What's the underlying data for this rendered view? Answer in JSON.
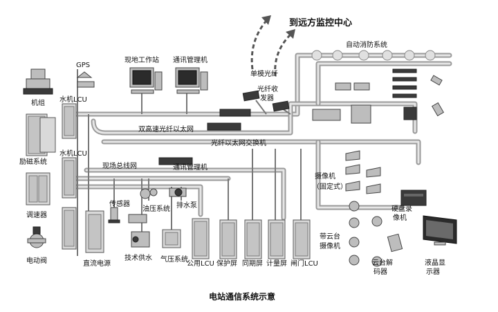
{
  "title": "电站通信系统示意",
  "remote_center": "到远方监控中心",
  "fire_system": "自动消防系统",
  "single_mode_fiber": "单模光纤",
  "fiber_transceiver": [
    "光纤收",
    "发器"
  ],
  "field_workstation": "现地工作站",
  "comm_manager_pc": "通讯管理机",
  "gps": "GPS",
  "unit": "机组",
  "unit_lcu_1": "水机LCU",
  "unit_lcu_2": "水机LCU",
  "excitation": "励磁系统",
  "governor": "调速器",
  "motor_valve": "电动阀",
  "dual_fiber_ethernet": "双高速光纤以太网",
  "fiber_ethernet_switch": "光纤以太网交换机",
  "fieldbus_net": "现场总线网",
  "comm_manager_net": "通讯管理机",
  "sensor": "传感器",
  "oil_system": "油压系统",
  "drainage_pump": "排水泵",
  "tech_water": "技术供水",
  "air_system": "气压系统",
  "dc_power": "直流电源",
  "public_lcu": "公用LCU",
  "protection_panel": "保护屏",
  "sync_panel": "同期屏",
  "metering_panel": "计量屏",
  "gate_lcu": "闸门LCU",
  "camera_fixed": [
    "摄像机",
    "（固定式）"
  ],
  "camera_ptz": [
    "带云台",
    "摄像机"
  ],
  "hdd_recorder": [
    "硬盘录",
    "像机"
  ],
  "ptz_decoder": [
    "云台解",
    "码器"
  ],
  "lcd_display": [
    "液晶显",
    "示器"
  ]
}
